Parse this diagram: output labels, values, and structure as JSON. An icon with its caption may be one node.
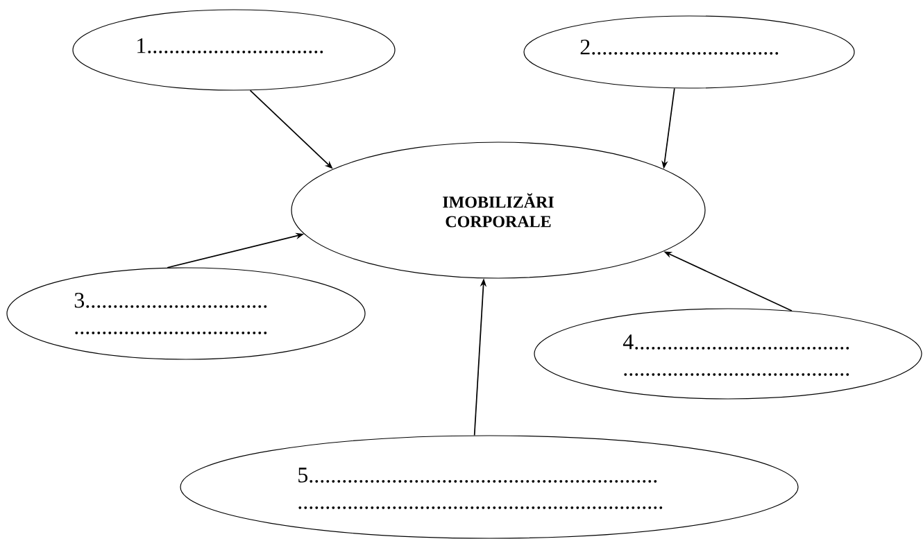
{
  "diagram": {
    "nodes": [
      {
        "text": [
          "1................................"
        ]
      },
      {
        "text": [
          "2.................................."
        ]
      },
      {
        "text": [
          "IMOBILIZĂRI CORPORALE"
        ]
      },
      {
        "text": [
          "3................................. ..................................."
        ]
      },
      {
        "text": [
          "4....................................... ........................................."
        ]
      },
      {
        "text": [
          "5............................................................... .................................................................."
        ]
      }
    ],
    "edges": [
      {
        "from": 0,
        "to": 2,
        "arrow": "to"
      },
      {
        "from": 1,
        "to": 2,
        "arrow": "to"
      },
      {
        "from": 3,
        "to": 2,
        "arrow": "to"
      },
      {
        "from": 4,
        "to": 2,
        "arrow": "to"
      },
      {
        "from": 5,
        "to": 2,
        "arrow": "to"
      }
    ]
  }
}
